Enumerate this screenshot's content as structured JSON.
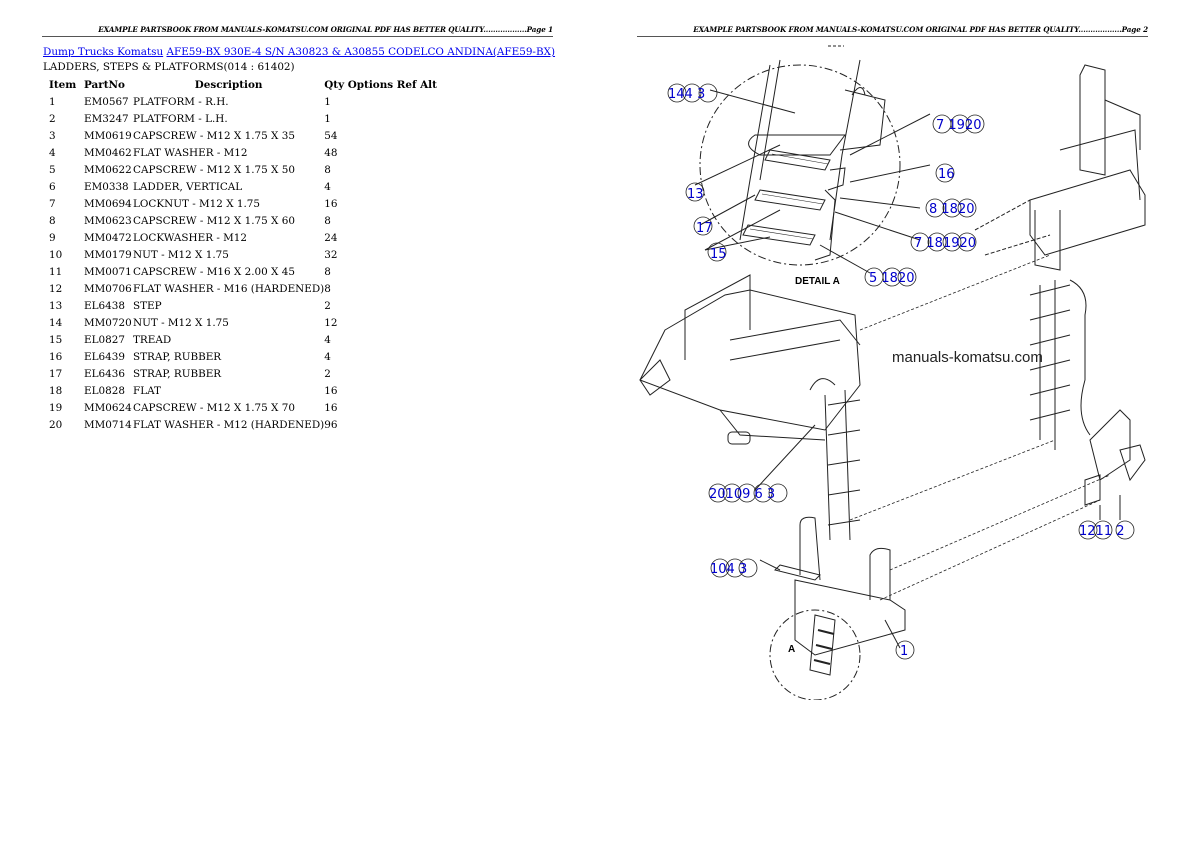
{
  "page1": {
    "header": "EXAMPLE PARTSBOOK FROM MANUALS-KOMATSU.COM ORIGINAL PDF HAS BETTER QUALITY..................Page 1",
    "breadcrumb": {
      "link1": "Dump Trucks Komatsu",
      "link2": "AFE59-BX 930E-4 S/N A30823 & A30855 CODELCO ANDINA(AFE59-BX)"
    },
    "section_title": "LADDERS, STEPS & PLATFORMS(014 : 61402)",
    "table": {
      "headers": {
        "item": "Item",
        "partno": "PartNo",
        "description": "Description",
        "qty": "Qty Options Ref Alt"
      },
      "rows": [
        {
          "item": "1",
          "partno": "EM0567",
          "description": "PLATFORM - R.H.",
          "qty": "1"
        },
        {
          "item": "2",
          "partno": "EM3247",
          "description": "PLATFORM - L.H.",
          "qty": "1"
        },
        {
          "item": "3",
          "partno": "MM0619",
          "description": "CAPSCREW - M12 X 1.75 X 35",
          "qty": "54"
        },
        {
          "item": "4",
          "partno": "MM0462",
          "description": "FLAT WASHER - M12",
          "qty": "48"
        },
        {
          "item": "5",
          "partno": "MM0622",
          "description": "CAPSCREW - M12 X 1.75 X 50",
          "qty": "8"
        },
        {
          "item": "6",
          "partno": "EM0338",
          "description": "LADDER, VERTICAL",
          "qty": "4"
        },
        {
          "item": "7",
          "partno": "MM0694",
          "description": "LOCKNUT - M12 X 1.75",
          "qty": "16"
        },
        {
          "item": "8",
          "partno": "MM0623",
          "description": "CAPSCREW - M12 X 1.75 X 60",
          "qty": "8"
        },
        {
          "item": "9",
          "partno": "MM0472",
          "description": "LOCKWASHER - M12",
          "qty": "24"
        },
        {
          "item": "10",
          "partno": "MM0179",
          "description": "NUT - M12 X 1.75",
          "qty": "32"
        },
        {
          "item": "11",
          "partno": "MM0071",
          "description": "CAPSCREW - M16 X 2.00 X 45",
          "qty": "8"
        },
        {
          "item": "12",
          "partno": "MM0706",
          "description": "FLAT WASHER - M16 (HARDENED)",
          "qty": "8"
        },
        {
          "item": "13",
          "partno": "EL6438",
          "description": "STEP",
          "qty": "2"
        },
        {
          "item": "14",
          "partno": "MM0720",
          "description": "NUT - M12 X 1.75",
          "qty": "12"
        },
        {
          "item": "15",
          "partno": "EL0827",
          "description": "TREAD",
          "qty": "4"
        },
        {
          "item": "16",
          "partno": "EL6439",
          "description": "STRAP, RUBBER",
          "qty": "4"
        },
        {
          "item": "17",
          "partno": "EL6436",
          "description": "STRAP, RUBBER",
          "qty": "2"
        },
        {
          "item": "18",
          "partno": "EL0828",
          "description": "FLAT",
          "qty": "16"
        },
        {
          "item": "19",
          "partno": "MM0624",
          "description": "CAPSCREW - M12 X 1.75 X 70",
          "qty": "16"
        },
        {
          "item": "20",
          "partno": "MM0714",
          "description": "FLAT WASHER - M12 (HARDENED)",
          "qty": "96"
        }
      ]
    }
  },
  "page2": {
    "header": "EXAMPLE PARTSBOOK FROM MANUALS-KOMATSU.COM ORIGINAL PDF HAS BETTER QUALITY..................Page 2",
    "diagram": {
      "detail_label": "DETAIL A",
      "detail_marker": "A",
      "watermark": "manuals-komatsu.com",
      "callouts": [
        {
          "text": "144 3"
        },
        {
          "text": "7 1920"
        },
        {
          "text": "16"
        },
        {
          "text": "13"
        },
        {
          "text": "8 1820"
        },
        {
          "text": "17"
        },
        {
          "text": "7 181920"
        },
        {
          "text": "15"
        },
        {
          "text": "5 1820"
        },
        {
          "text": "20109 6 3"
        },
        {
          "text": "104 3"
        },
        {
          "text": "1211 2"
        },
        {
          "text": "1"
        }
      ]
    }
  }
}
